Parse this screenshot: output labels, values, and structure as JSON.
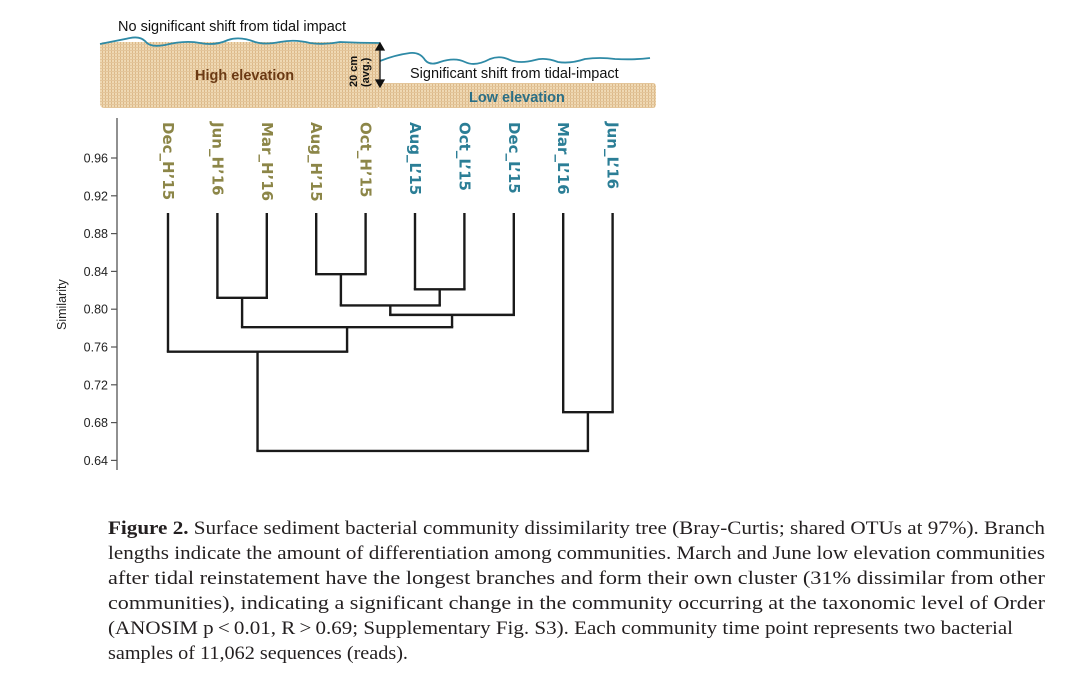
{
  "header": {
    "top_note": "No significant shift from tidal impact",
    "high_label": "High elevation",
    "low_note": "Significant shift from tidal-impact",
    "low_label": "Low elevation",
    "scale_value": "20 cm",
    "scale_note": "(avg.)"
  },
  "colors": {
    "high": "#8c8648",
    "low": "#2b7e96",
    "wave": "#2e8aa6",
    "sand": "#e9cc9f",
    "high_text": "#6b3a14"
  },
  "chart_data": {
    "type": "dendrogram",
    "ylabel": "Similarity",
    "ylim": [
      0.62,
      0.99
    ],
    "yticks": [
      0.96,
      0.92,
      0.88,
      0.84,
      0.8,
      0.76,
      0.72,
      0.68,
      0.64
    ],
    "ytick_labels": [
      "0.96",
      "0.92",
      "0.88",
      "0.84",
      "0.80",
      "0.76",
      "0.72",
      "0.68",
      "0.64"
    ],
    "leaves": [
      {
        "label": "Dec_H’15",
        "group": "high"
      },
      {
        "label": "Jun_H’16",
        "group": "high"
      },
      {
        "label": "Mar_H’16",
        "group": "high"
      },
      {
        "label": "Aug_H’15",
        "group": "high"
      },
      {
        "label": "Oct_H’15",
        "group": "high"
      },
      {
        "label": "Aug_L’15",
        "group": "low"
      },
      {
        "label": "Oct_L’15",
        "group": "low"
      },
      {
        "label": "Dec_L’15",
        "group": "low"
      },
      {
        "label": "Mar_L’16",
        "group": "low"
      },
      {
        "label": "Jun_L’16",
        "group": "low"
      }
    ],
    "merges": [
      {
        "id": "n1",
        "children": [
          "1",
          "2"
        ],
        "similarity": 0.812
      },
      {
        "id": "n2",
        "children": [
          "3",
          "4"
        ],
        "similarity": 0.837
      },
      {
        "id": "n3",
        "children": [
          "5",
          "6"
        ],
        "similarity": 0.821
      },
      {
        "id": "n4",
        "children": [
          "n2",
          "n3"
        ],
        "similarity": 0.804
      },
      {
        "id": "n5",
        "children": [
          "n4",
          "7"
        ],
        "similarity": 0.794
      },
      {
        "id": "n6",
        "children": [
          "n1",
          "n5"
        ],
        "similarity": 0.781
      },
      {
        "id": "n7",
        "children": [
          "0",
          "n6"
        ],
        "similarity": 0.755
      },
      {
        "id": "n8",
        "children": [
          "8",
          "9"
        ],
        "similarity": 0.691
      },
      {
        "id": "n9",
        "children": [
          "n7",
          "n8"
        ],
        "similarity": 0.65
      }
    ]
  },
  "caption": {
    "label": "Figure 2.",
    "lines": [
      " Surface sediment bacterial community dissimilarity tree (Bray-Curtis; shared OTUs at 97%). Branch",
      "lengths indicate the amount of differentiation among communities. March and June low elevation communities",
      "after tidal reinstatement have the longest branches and form their own cluster (31% dissimilar from other",
      "communities), indicating a significant change in the community occurring at the taxonomic level of Order",
      "(ANOSIM p < 0.01, R > 0.69; Supplementary Fig. S3). Each community time point represents two bacterial",
      "samples of 11,062 sequences (reads)."
    ]
  }
}
